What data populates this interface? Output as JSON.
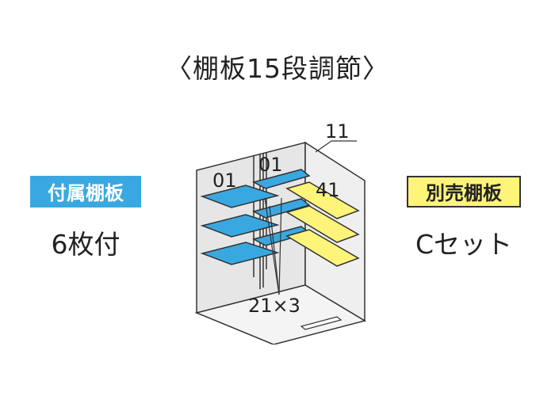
{
  "title": "〈棚板15段調節〉",
  "left": {
    "badge": "付属棚板",
    "count": "6枚付"
  },
  "right": {
    "badge": "別売棚板",
    "count": "Cセット"
  },
  "diagram": {
    "label_top": "11",
    "label_left_1": "01",
    "label_left_2": "01",
    "label_right": "41",
    "label_bottom": "21×3",
    "colors": {
      "included_shelf": "#3aa8e0",
      "optional_shelf": "#fff47a",
      "interior": "#e6e6e6"
    }
  }
}
